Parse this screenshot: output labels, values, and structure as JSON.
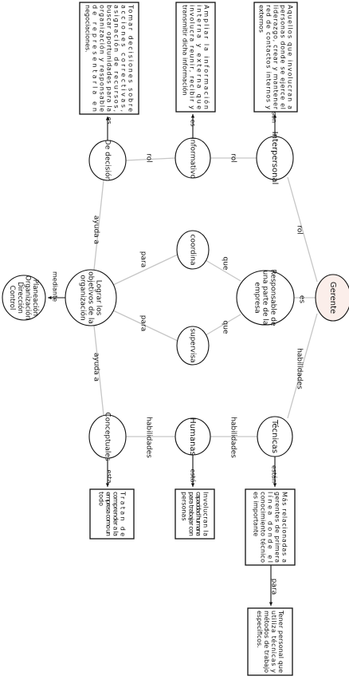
{
  "colors": {
    "line": "#c6c6c6",
    "stroke": "#111111",
    "root_fill": "#fbeeea",
    "node_fill": "#ffffff",
    "text": "#111111"
  },
  "nodes": {
    "gerente": [
      "Gerente"
    ],
    "interpersonal": [
      "Interpersonal"
    ],
    "responsable": [
      "Responsable de",
      "una parte de la",
      "empresa"
    ],
    "tecnicas": [
      "Técnicas"
    ],
    "informativo": [
      "Informativo"
    ],
    "decision": [
      "De decisión"
    ],
    "coordina": [
      "coordina"
    ],
    "supervisa": [
      "supervisa"
    ],
    "humanas": [
      "Humanas"
    ],
    "conceptuales": [
      "Conceptuales"
    ],
    "lograr": [
      "Lograr los",
      "objetivos de la",
      "organización"
    ],
    "planeacion": [
      "Planeación",
      "Organización",
      "Dirección",
      "Control"
    ]
  },
  "boxes": {
    "interpersonal_box": [
      "Aquellos que involucran a",
      "personas donde se ejerce el",
      "liderazgo, crear y mantener",
      "red de contactos internos y",
      "externos"
    ],
    "informativo_box": [
      "Ampliar la información",
      "interna y externa que",
      "involucra reunir, recibir y",
      "transmitir dicha información"
    ],
    "decision_box": [
      "Tomar decisiones sobre",
      "acciones correctivas,",
      "asignación de recursos,",
      "buscar oportunidades para la",
      "organización y responsable",
      "de representarla en",
      "negociaciones."
    ],
    "tecnicas_box": [
      "Más relacionadas a",
      "gerentes de primera",
      "línea donde el",
      "conocimiento técnico",
      "es importante"
    ],
    "tecnicas_box2": [
      "Tener personal que",
      "utiliza técnicas y",
      "métodos de trabajo",
      "específicos."
    ],
    "humanas_box": [
      "Involucran la",
      "capacidad humana",
      "para trabajar con",
      "personas"
    ],
    "conceptuales_box": [
      "Tratan de",
      "comprender a la",
      "empresa como un",
      "todo"
    ]
  },
  "labels": {
    "rol1": "rol",
    "es1": "es",
    "habilidades1": "habilidades",
    "rol2": "rol",
    "rol3": "rol",
    "que1": "que",
    "que2": "que",
    "habilidades2": "habilidades",
    "habilidades3": "habilidades",
    "son": "son",
    "es2": "es",
    "es3": "es",
    "estan": "están",
    "para1": "para",
    "para2": "para",
    "para3": "para",
    "ayuda1": "ayuda a",
    "ayuda2": "ayuda a",
    "esta1": "está",
    "esta2": "esta",
    "mediante": "mediante"
  }
}
